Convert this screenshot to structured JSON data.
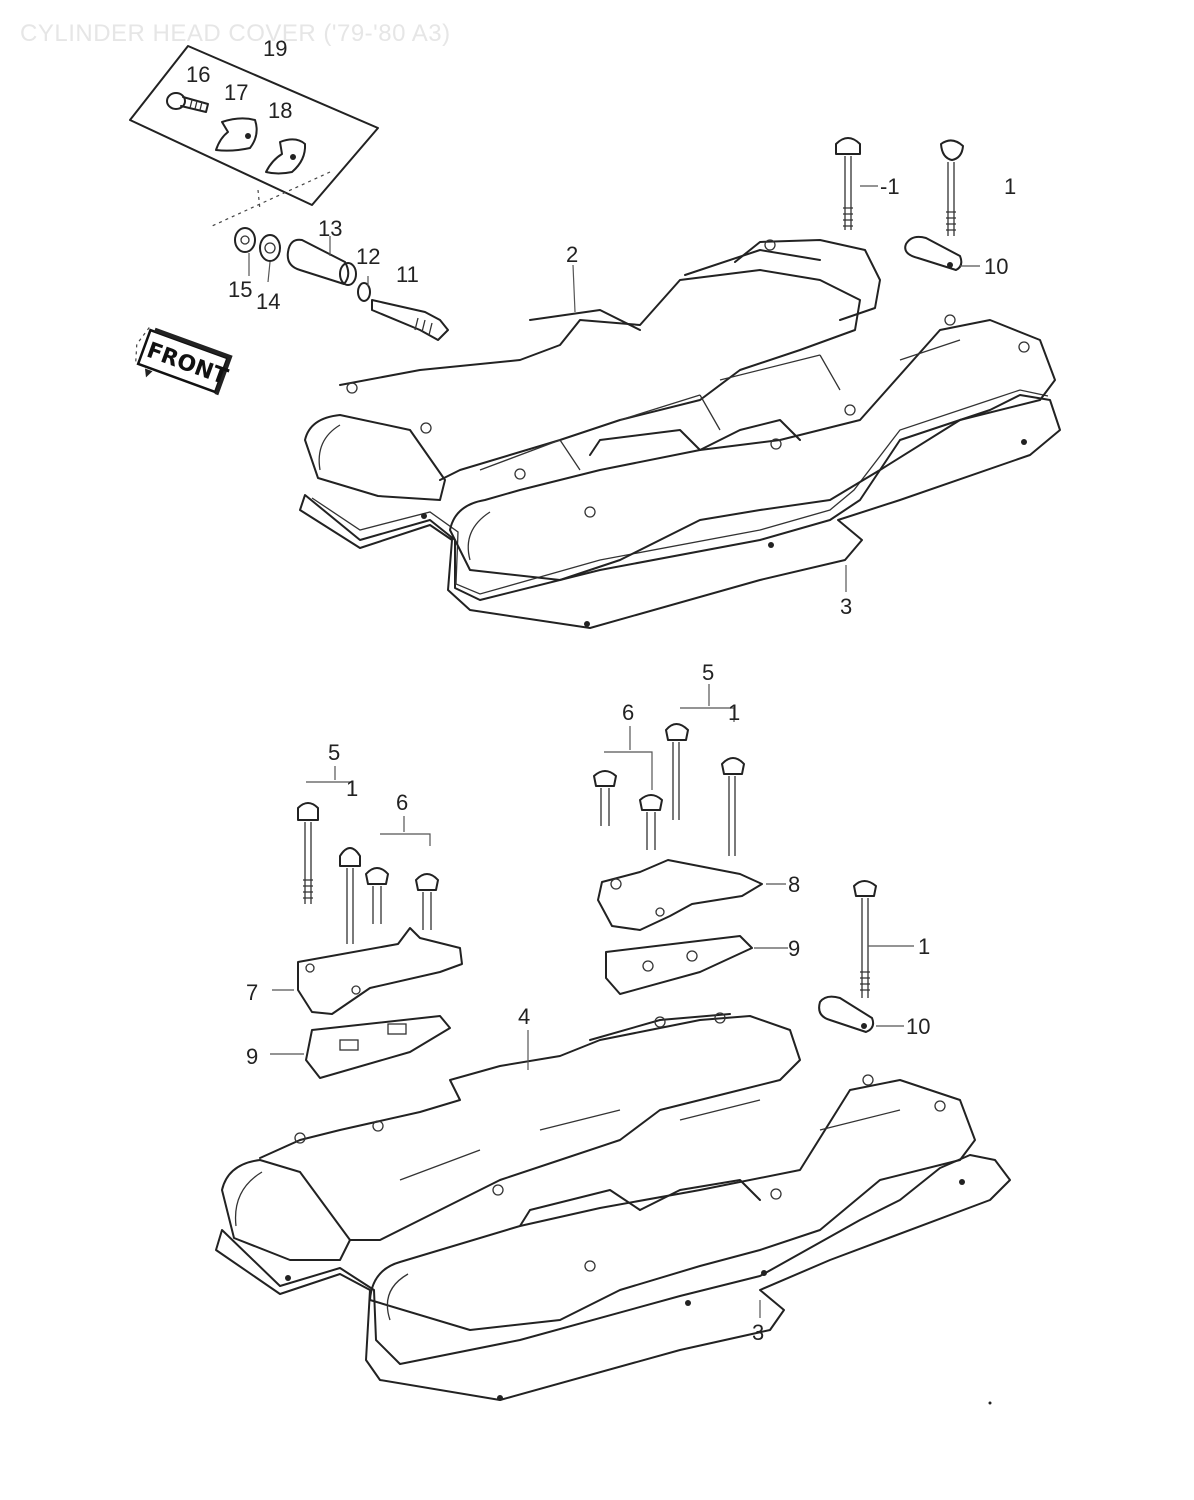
{
  "title": "CYLINDER HEAD COVER ('79-'80 A3)",
  "front_marker": "FRONT",
  "colors": {
    "line": "#222222",
    "title": "#e6e6e6",
    "background": "#ffffff"
  },
  "upper_assembly": {
    "callouts": {
      "kit": "19",
      "bolt_kit": "16",
      "plate_a": "17",
      "plate_b": "18",
      "nut": "15",
      "washer": "14",
      "fitting": "13",
      "o_ring": "12",
      "shaft": "11",
      "cover": "2",
      "gasket": "3",
      "bolt_left": "-1",
      "bolt_right": "1",
      "bracket": "10"
    }
  },
  "lower_assembly": {
    "callouts": {
      "bolt_group_left": "5",
      "bolt_group_left_sub": "1",
      "screw_group_left": "6",
      "cap_left": "7",
      "cap_gasket_left": "9",
      "bolt_group_right": "5",
      "bolt_group_right_sub": "1",
      "screw_group_right": "6",
      "cap_right": "8",
      "cap_gasket_right": "9",
      "bolt_side": "1",
      "bracket": "10",
      "cover": "4",
      "gasket": "3"
    }
  }
}
